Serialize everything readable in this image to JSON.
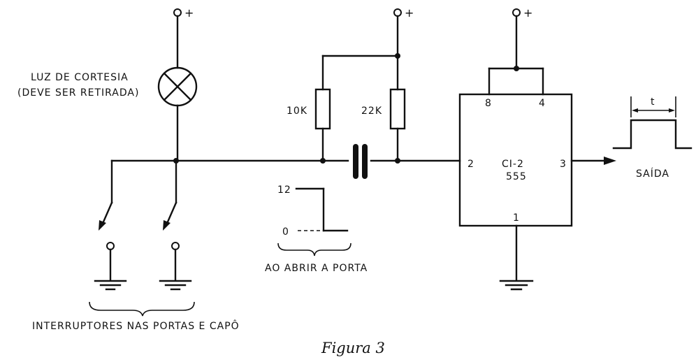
{
  "labels": {
    "lamp_line1": "LUZ DE CORTESIA",
    "lamp_line2": "(DEVE SER RETIRADA)",
    "r1": "10K",
    "r2": "22K",
    "ic_name": "CI-2",
    "ic_type": "555",
    "pin2": "2",
    "pin3": "3",
    "pin8": "8",
    "pin4": "4",
    "pin1": "1",
    "pulse_high": "12",
    "pulse_low": "0",
    "pulse_caption": "AO ABRIR A PORTA",
    "output": "SAÍDA",
    "pulse_width": "t",
    "switches_caption": "INTERRUPTORES NAS PORTAS E CAPÔ",
    "plus": "+",
    "figure_caption": "Figura 3"
  }
}
